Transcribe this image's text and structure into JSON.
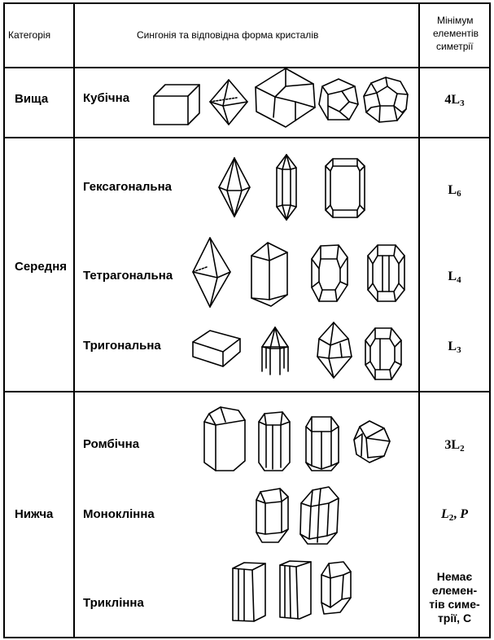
{
  "header": {
    "category": "Категорія",
    "syngony": "Сингонія та відповідна форма кристалів",
    "symmetry_line1": "Мінімум",
    "symmetry_line2": "елементів",
    "symmetry_line3": "симетрії"
  },
  "categories": [
    {
      "name": "Вища"
    },
    {
      "name": "Середня"
    },
    {
      "name": "Нижча"
    }
  ],
  "syngonies": [
    {
      "name": "Кубічна",
      "symmetry": {
        "main": "4L",
        "sub": "3"
      }
    },
    {
      "name": "Гексагональна",
      "symmetry": {
        "main": "L",
        "sub": "6"
      }
    },
    {
      "name": "Тетрагональна",
      "symmetry": {
        "main": "L",
        "sub": "4"
      }
    },
    {
      "name": "Тригональна",
      "symmetry": {
        "main": "L",
        "sub": "3"
      }
    },
    {
      "name": "Ромбічна",
      "symmetry": {
        "main": "3L",
        "sub": "2"
      }
    },
    {
      "name": "Моноклінна",
      "symmetry": {
        "main": "L",
        "sub": "2",
        "tail": ", ",
        "extra": "P"
      }
    },
    {
      "name": "Триклінна",
      "symmetry": {
        "lines": [
          "Немає",
          "елемен-",
          "тів симе-",
          "трії, С"
        ]
      }
    }
  ],
  "crystals": {
    "cubic": [
      "cube-icon",
      "octahedron-icon",
      "rhombic-dodecahedron-icon",
      "pentagonal-dodecahedron-icon",
      "combined-polyhedron-icon"
    ],
    "hexagonal": [
      "hexagonal-dipyramid-icon",
      "hexagonal-prism-with-pyramids-icon",
      "hexagonal-prism-with-pinacoid-icon"
    ],
    "tetragonal": [
      "tetragonal-dipyramid-icon",
      "tetragonal-prism-with-pyramids-icon",
      "tetragonal-prism-with-faces-icon",
      "tetragonal-prism-combined-icon"
    ],
    "trigonal": [
      "rhombohedron-icon",
      "trigonal-pyramid-prism-icon",
      "scalenohedron-icon",
      "trigonal-combined-icon"
    ],
    "rhombic": [
      "rhombic-prism-icon",
      "rhombic-prism-striated-icon",
      "rhombic-prism-dome-icon",
      "rhombic-combined-icon"
    ],
    "monoclinic": [
      "monoclinic-prism-icon",
      "monoclinic-prism-striated-icon"
    ],
    "triclinic": [
      "triclinic-prism-icon",
      "triclinic-prism-striated-icon",
      "triclinic-pinacoid-icon"
    ]
  }
}
